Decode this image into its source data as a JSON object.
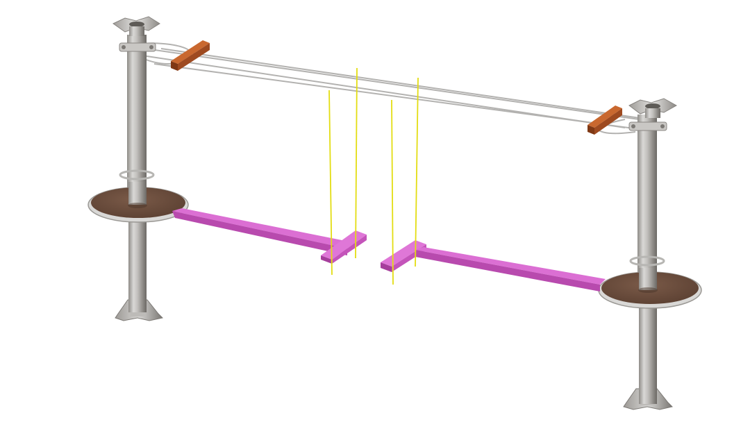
{
  "scene": {
    "background": "#ffffff",
    "colors": {
      "post_light": "#d5d4d2",
      "post_mid": "#a9a7a4",
      "post_dark": "#6f6c68",
      "platform_top": "#6a4c3c",
      "platform_rim": "#cfcdca",
      "beam_top": "#d869cf",
      "beam_side": "#b84aae",
      "cable": "#b9b8b6",
      "rope": "#e6e11a",
      "wood_top": "#c4632e",
      "wood_side": "#8d3f18"
    },
    "objects": [
      "left-post",
      "right-post",
      "left-platform",
      "right-platform",
      "left-balance-beam",
      "right-balance-beam",
      "upper-cable-loop",
      "yellow-hanging-ropes",
      "wooden-spreader-bars"
    ]
  }
}
